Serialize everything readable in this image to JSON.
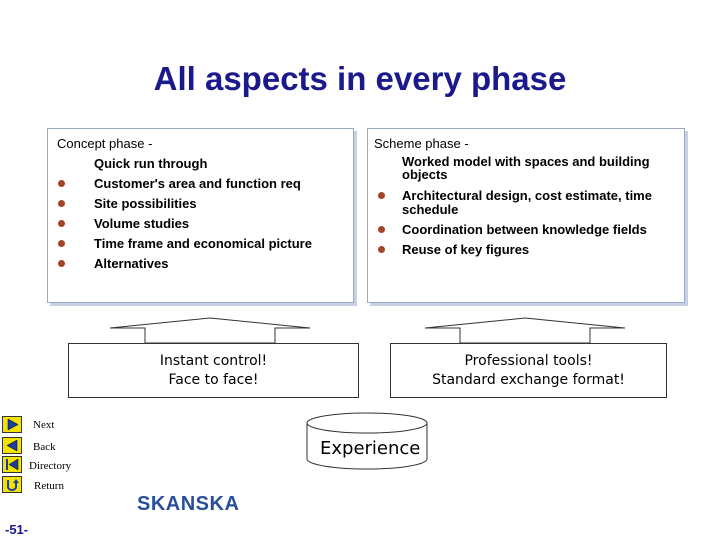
{
  "title": "All aspects in every phase",
  "concept": {
    "heading": "Concept phase -",
    "intro": "Quick run through",
    "bullets": [
      "Customer's area and function req",
      "Site possibilities",
      "Volume studies",
      "Time frame and economical picture",
      "Alternatives"
    ]
  },
  "scheme": {
    "heading": "Scheme phase -",
    "intro_line1": "Worked model with spaces and building",
    "intro_line2": "objects",
    "bullets": [
      {
        "line1": "Architectural design, cost estimate, time",
        "line2": "schedule"
      },
      {
        "line1": "Coordination between knowledge fields",
        "line2": ""
      },
      {
        "line1": "Reuse of key figures",
        "line2": ""
      }
    ]
  },
  "callouts": {
    "left": {
      "line1": "Instant control!",
      "line2": "Face to face!"
    },
    "right": {
      "line1": "Professional tools!",
      "line2": "Standard exchange format!"
    }
  },
  "experience": "Experience",
  "nav": {
    "next": "Next",
    "back": "Back",
    "directory": "Directory",
    "return": "Return"
  },
  "page_number": "-51-",
  "logo": "SKANSKA",
  "colors": {
    "title": "#1a1a8c",
    "bullet": "#a3432a",
    "nav_button": "#f2e400",
    "logo": "#2a4f9a",
    "panel_border": "#9aa9c8"
  }
}
